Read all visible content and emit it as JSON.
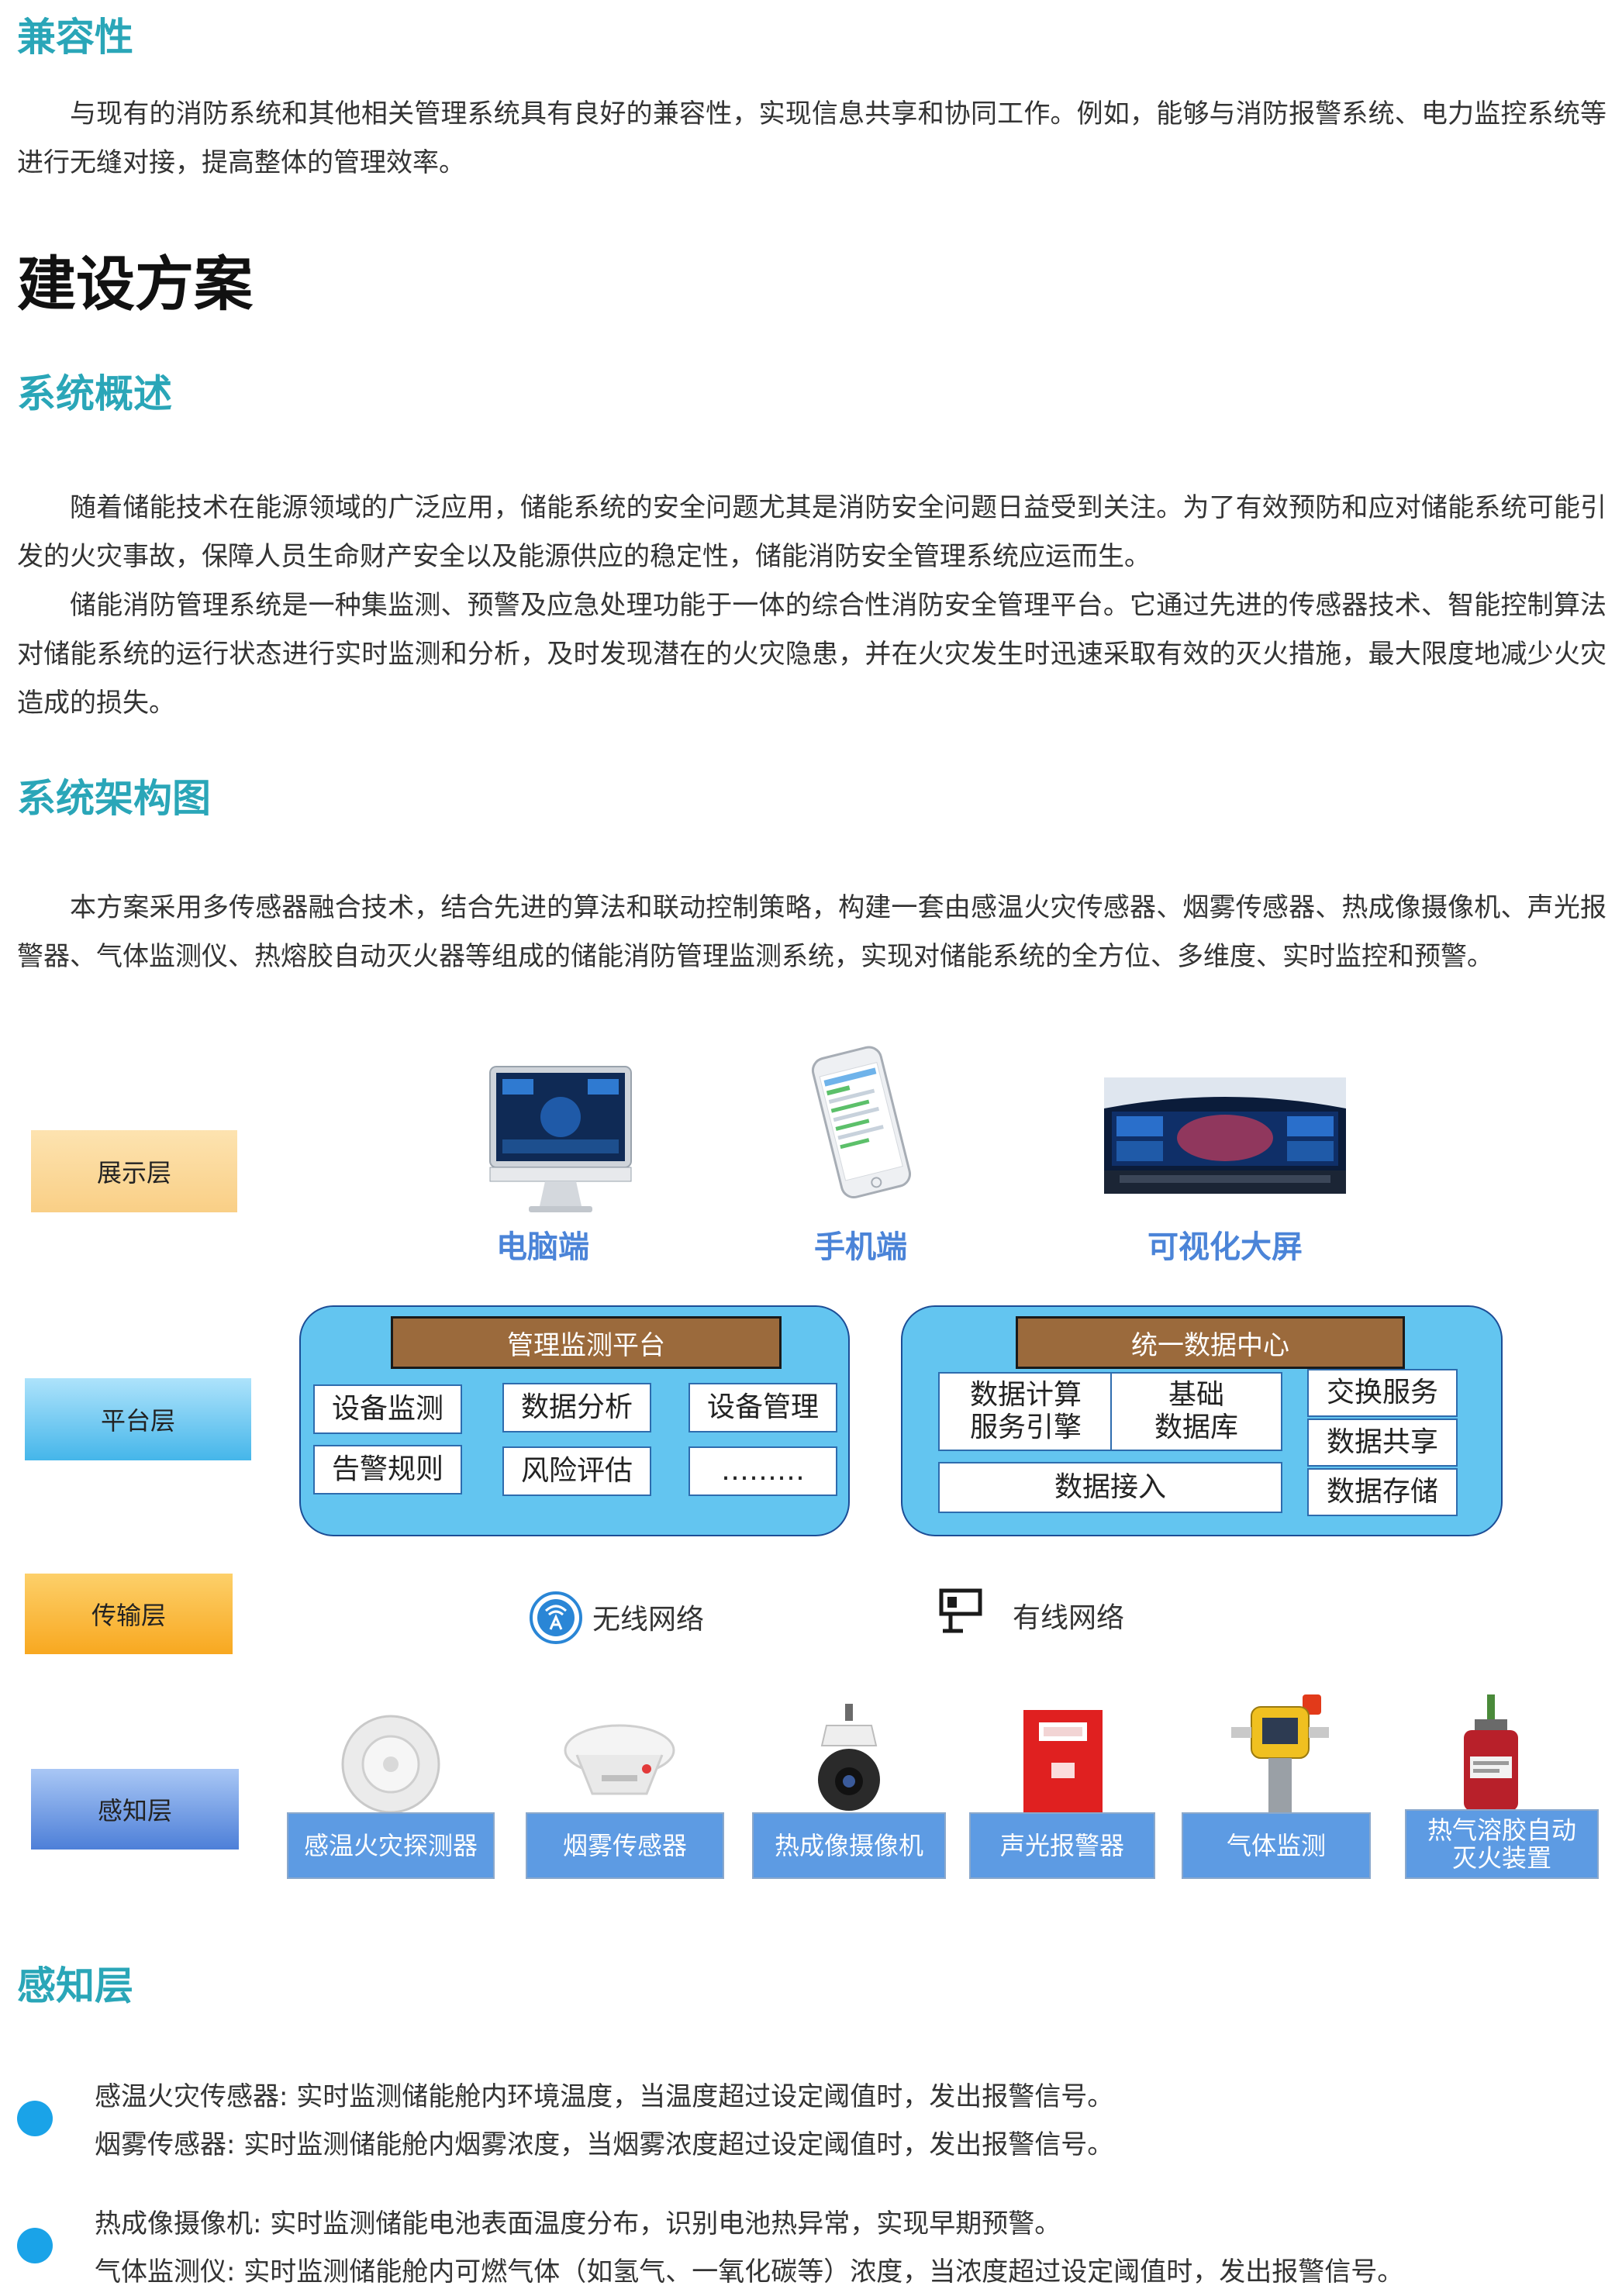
{
  "compat": {
    "heading": "兼容性",
    "para": "与现有的消防系统和其他相关管理系统具有良好的兼容性，实现信息共享和协同工作。例如，能够与消防报警系统、电力监控系统等进行无缝对接，提高整体的管理效率。"
  },
  "plan_heading": "建设方案",
  "overview": {
    "heading": "系统概述",
    "paras": [
      "随着储能技术在能源领域的广泛应用，储能系统的安全问题尤其是消防安全问题日益受到关注。为了有效预防和应对储能系统可能引发的火灾事故，保障人员生命财产安全以及能源供应的稳定性，储能消防安全管理系统应运而生。",
      "储能消防管理系统是一种集监测、预警及应急处理功能于一体的综合性消防安全管理平台。它通过先进的传感器技术、智能控制算法对储能系统的运行状态进行实时监测和分析，及时发现潜在的火灾隐患，并在火灾发生时迅速采取有效的灭火措施，最大限度地减少火灾造成的损失。"
    ]
  },
  "arch": {
    "heading": "系统架构图",
    "para": "本方案采用多传感器融合技术，结合先进的算法和联动控制策略，构建一套由感温火灾传感器、烟雾传感器、热成像摄像机、声光报警器、气体监测仪、热熔胶自动灭火器等组成的储能消防管理监测系统，实现对储能系统的全方位、多维度、实时监控和预警。"
  },
  "diagram": {
    "layers": {
      "display": "展示层",
      "platform": "平台层",
      "transport": "传输层",
      "perception": "感知层"
    },
    "terminals": [
      "电脑端",
      "手机端",
      "可视化大屏"
    ],
    "mgmt": {
      "title": "管理监测平台",
      "cells": [
        "设备监测",
        "数据分析",
        "设备管理",
        "告警规则",
        "风险评估",
        "………"
      ]
    },
    "data": {
      "title": "统一数据中心",
      "calc": [
        "数据计算",
        "服务引擎"
      ],
      "base": [
        "基础",
        "数据库"
      ],
      "access": "数据接入",
      "side": [
        "交换服务",
        "数据共享",
        "数据存储"
      ]
    },
    "network": {
      "wireless": "无线网络",
      "wired": "有线网络"
    },
    "devices": [
      "感温火灾探测器",
      "烟雾传感器",
      "热成像摄像机",
      "声光报警器",
      "气体监测"
    ],
    "device6": [
      "热气溶胶自动",
      "灭火装置"
    ],
    "colors": {
      "display": "#fbd99a",
      "platform": "#6ec8f2",
      "transport": "#fbb030",
      "perception": "#5b8fe0"
    }
  },
  "perception": {
    "heading": "感知层",
    "items": [
      "感温火灾传感器: 实时监测储能舱内环境温度，当温度超过设定阈值时，发出报警信号。",
      "烟雾传感器: 实时监测储能舱内烟雾浓度，当烟雾浓度超过设定阈值时，发出报警信号。",
      "热成像摄像机: 实时监测储能电池表面温度分布，识别电池热异常，实现早期预警。",
      "气体监测仪: 实时监测储能舱内可燃气体（如氢气、一氧化碳等）浓度，当浓度超过设定阈值时，发出报警信号。"
    ]
  }
}
